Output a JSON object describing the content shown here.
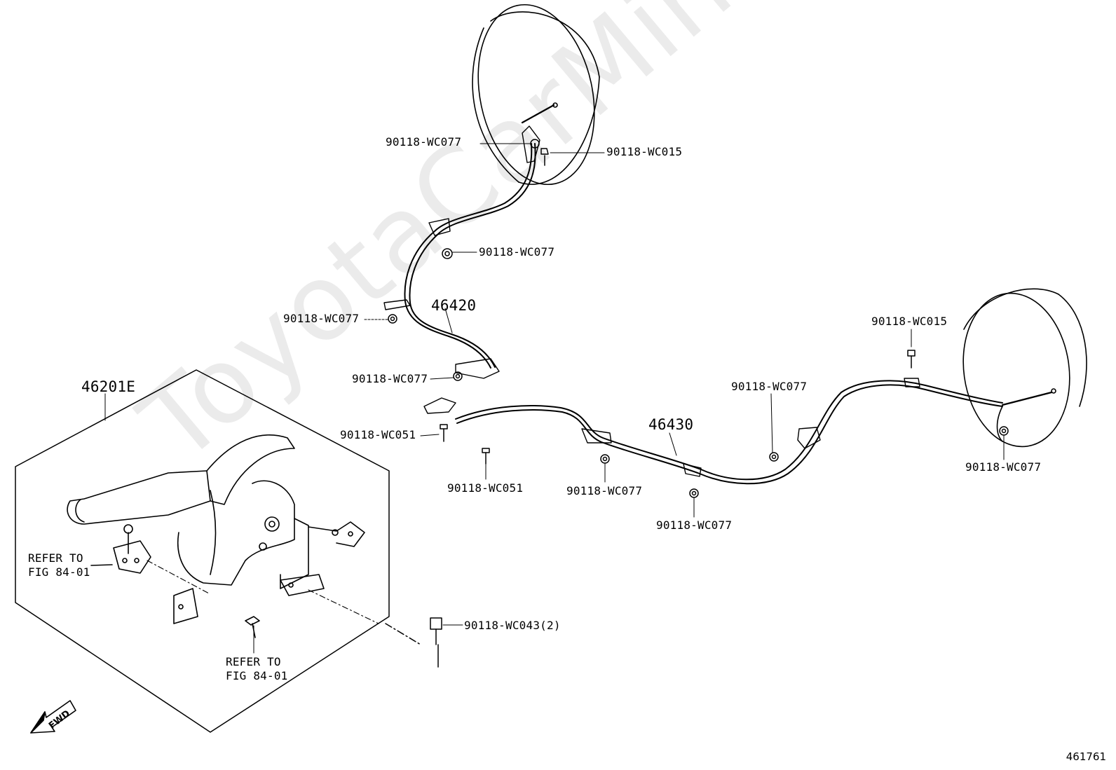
{
  "watermark": "ToyotaCarMine.ru",
  "document_number": "461761",
  "fwd_label": "FWD",
  "callouts": {
    "wc077_top": "90118-WC077",
    "wc015_top": "90118-WC015",
    "wc077_upper_mid": "90118-WC077",
    "wc077_left": "90118-WC077",
    "part_46420": "46420",
    "wc077_left2": "90118-WC077",
    "wc051_left": "90118-WC051",
    "wc051_mid": "90118-WC051",
    "part_46201e": "46201E",
    "part_46430": "46430",
    "wc077_bottom1": "90118-WC077",
    "wc077_bottom2": "90118-WC077",
    "wc077_right_mid": "90118-WC077",
    "wc015_right": "90118-WC015",
    "wc077_right": "90118-WC077",
    "wc043": "90118-WC043(2)",
    "refer1": "REFER TO\nFIG 84-01",
    "refer2": "REFER TO\nFIG 84-01"
  }
}
